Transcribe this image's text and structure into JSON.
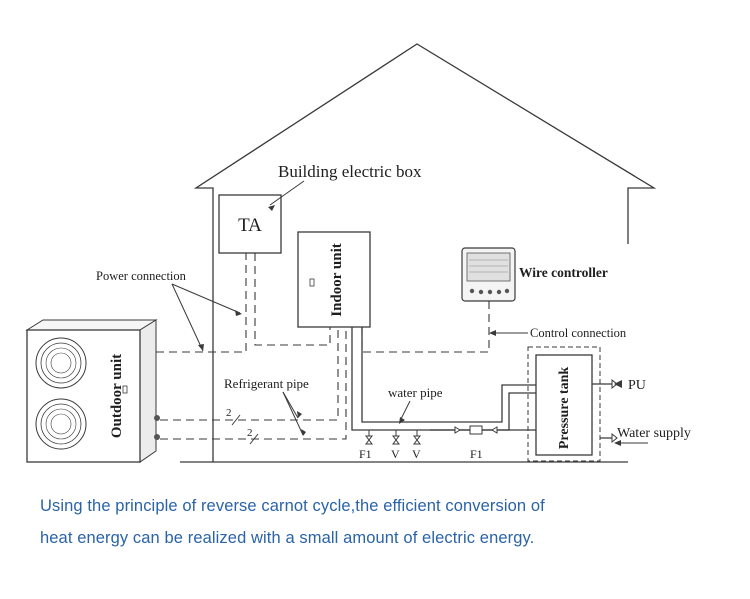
{
  "labels": {
    "building_electric_box": "Building electric box",
    "ta": "TA",
    "indoor_unit": "Indoor unit",
    "outdoor_unit": "Outdoor unit",
    "wire_controller": "Wire controller",
    "power_connection": "Power connection",
    "control_connection": "Control connection",
    "refrigerant_pipe": "Refrigerant pipe",
    "water_pipe": "water pipe",
    "pressure_tank": "Pressure tank",
    "pu": "PU",
    "water_supply": "Water supply",
    "f1_left": "F1",
    "v1": "V",
    "v2": "V",
    "f1_right": "F1",
    "pipe_count_1": "2",
    "pipe_count_2": "2"
  },
  "caption": {
    "line1": "Using the principle of reverse carnot cycle,the efficient conversion of",
    "line2": "heat energy can be realized with a small amount of electric energy."
  },
  "colors": {
    "line": "#3a3a3a",
    "caption": "#2a63a8"
  }
}
